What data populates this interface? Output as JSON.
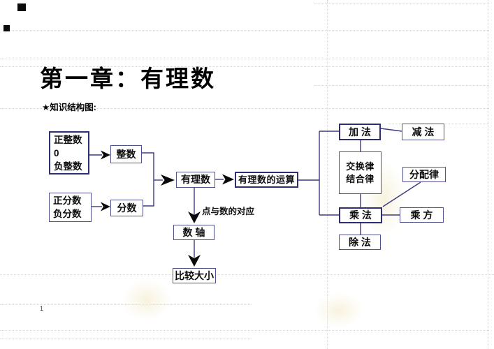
{
  "page": {
    "title": "第一章：有理数",
    "subtitle": "★知识结构图:",
    "page_number": "1"
  },
  "flowchart": {
    "nodes": {
      "integer_types": "正整数\n0\n负整数",
      "integers": "整数",
      "fraction_types": "正分数\n负分数",
      "fractions": "分数",
      "rational": "有理数",
      "operations": "有理数的运算",
      "axis_edge_label": "点与数的对应",
      "number_line": "数 轴",
      "compare": "比较大小",
      "addition": "加 法",
      "subtraction": "减 法",
      "laws": "交换律\n结合律",
      "distributive": "分配律",
      "multiplication": "乘 法",
      "power": "乘 方",
      "division": "除 法"
    },
    "colors": {
      "box_border": "#51518e",
      "primary_box_border": "#2e2e70",
      "connector": "#3a3a80",
      "arrowhead": "#0a0a0a",
      "text": "#0d0d0d"
    }
  }
}
